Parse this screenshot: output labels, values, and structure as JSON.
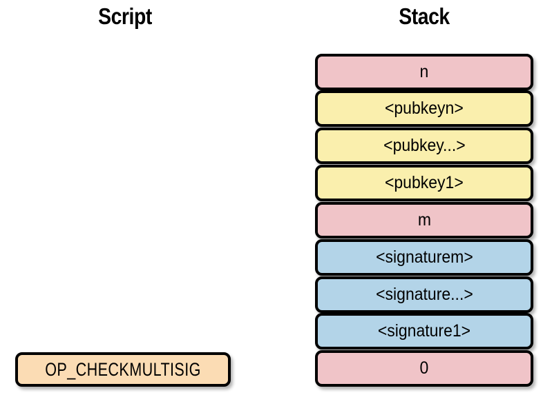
{
  "columns": {
    "script": {
      "title": "Script"
    },
    "stack": {
      "title": "Stack"
    }
  },
  "palette": {
    "pink": "#f0c4c8",
    "yellow": "#faefad",
    "blue": "#b3d4e8",
    "peach": "#fbdcb4",
    "border": "#000000",
    "background": "#ffffff"
  },
  "script_items": [
    {
      "label": "OP_CHECKMULTISIG",
      "color": "peach"
    }
  ],
  "stack_items": [
    {
      "label": "n",
      "color": "pink"
    },
    {
      "label": "<pubkeyn>",
      "color": "yellow"
    },
    {
      "label": "<pubkey...>",
      "color": "yellow"
    },
    {
      "label": "<pubkey1>",
      "color": "yellow"
    },
    {
      "label": "m",
      "color": "pink"
    },
    {
      "label": "<signaturem>",
      "color": "blue"
    },
    {
      "label": "<signature...>",
      "color": "blue"
    },
    {
      "label": "<signature1>",
      "color": "blue"
    },
    {
      "label": "0",
      "color": "pink"
    }
  ]
}
